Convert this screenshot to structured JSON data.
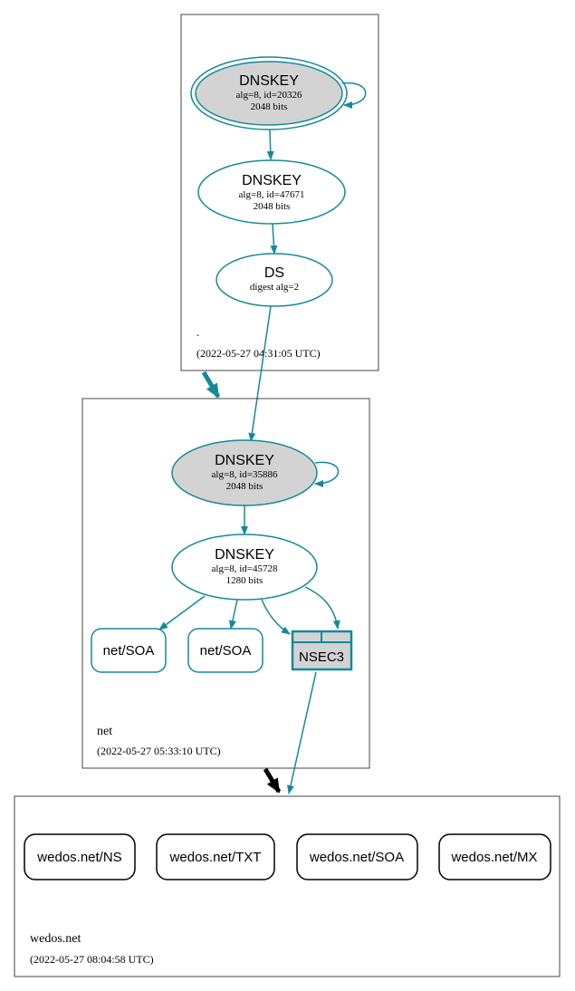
{
  "colors": {
    "edge": "#138a99",
    "node_fill_ksk": "#d3d3d3",
    "zone_border": "#444444",
    "delegation_black": "#000000"
  },
  "zones": {
    "root": {
      "name": ".",
      "timestamp": "(2022-05-27 04:31:05 UTC)",
      "ksk": {
        "title": "DNSKEY",
        "line1": "alg=8, id=20326",
        "line2": "2048 bits"
      },
      "zsk": {
        "title": "DNSKEY",
        "line1": "alg=8, id=47671",
        "line2": "2048 bits"
      },
      "ds": {
        "title": "DS",
        "line1": "digest alg=2"
      }
    },
    "net": {
      "name": "net",
      "timestamp": "(2022-05-27 05:33:10 UTC)",
      "ksk": {
        "title": "DNSKEY",
        "line1": "alg=8, id=35886",
        "line2": "2048 bits"
      },
      "zsk": {
        "title": "DNSKEY",
        "line1": "alg=8, id=45728",
        "line2": "1280 bits"
      },
      "rrsets": [
        "net/SOA",
        "net/SOA"
      ],
      "nsec3": "NSEC3"
    },
    "wedos": {
      "name": "wedos.net",
      "timestamp": "(2022-05-27 08:04:58 UTC)",
      "rrsets": [
        "wedos.net/NS",
        "wedos.net/TXT",
        "wedos.net/SOA",
        "wedos.net/MX"
      ]
    }
  }
}
